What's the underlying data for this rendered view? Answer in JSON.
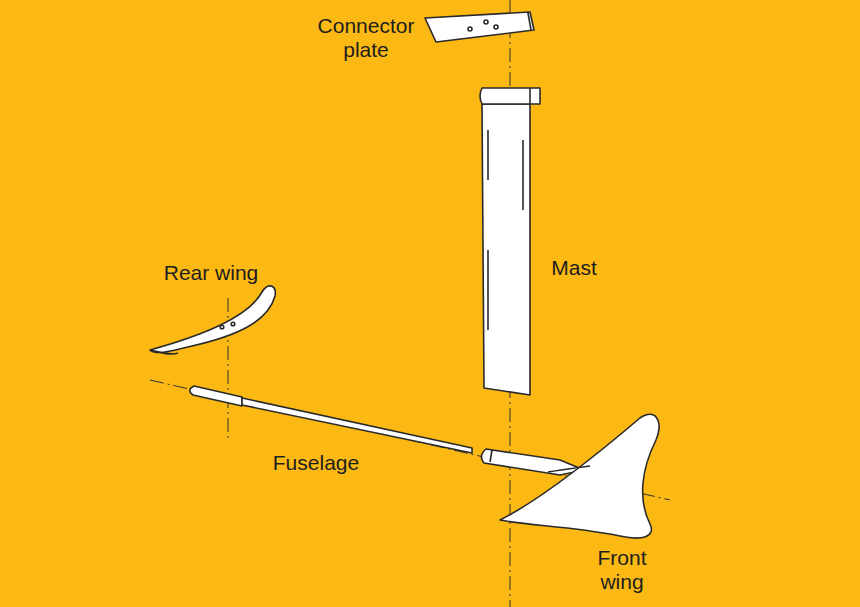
{
  "diagram": {
    "labels": [
      "Connector plate",
      "Mast",
      "Rear wing",
      "Fuselage",
      "Front wing"
    ]
  }
}
